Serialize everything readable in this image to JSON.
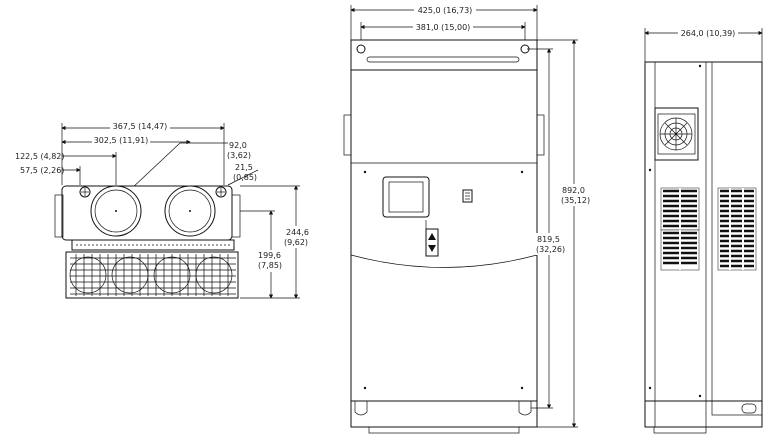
{
  "bottom_view": {
    "width_overall": "367,5 (14,47)",
    "hole_spacing": "302,5 (11,91)",
    "hole1_offset": "122,5 (4,82)",
    "side_offset": "57,5 (2,26)",
    "hole_diameter_a": "92,0",
    "hole_diameter_b": "(3,62)",
    "edge_offset_a": "21,5",
    "edge_offset_b": "(0,85)",
    "depth_total_a": "244,6",
    "depth_total_b": "(9,62)",
    "depth_partial_a": "199,6",
    "depth_partial_b": "(7,85)"
  },
  "front_view": {
    "width_overall": "425,0 (16,73)",
    "mount_spacing": "381,0 (15,00)",
    "height_overall_a": "892,0",
    "height_overall_b": "(35,12)",
    "mount_height_a": "819,5",
    "mount_height_b": "(32,26)"
  },
  "side_view": {
    "depth_overall": "264,0 (10,39)"
  }
}
